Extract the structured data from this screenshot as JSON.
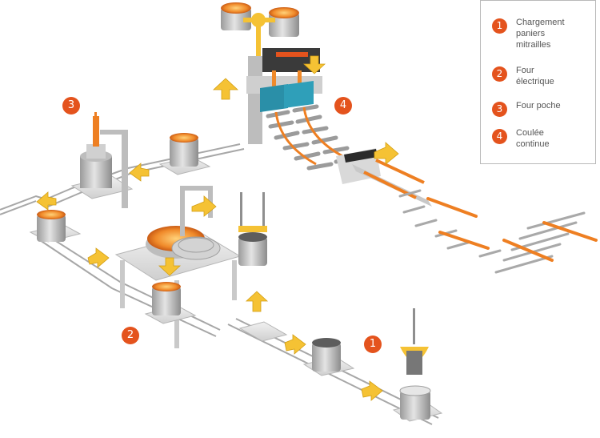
{
  "legend": {
    "items": [
      {
        "number": "1",
        "label": "Chargement\npaniers\nmitrailles"
      },
      {
        "number": "2",
        "label": "Four\nélectrique"
      },
      {
        "number": "3",
        "label": "Four poche"
      },
      {
        "number": "4",
        "label": "Coulée\ncontinue"
      }
    ]
  },
  "markers": {
    "m1": "1",
    "m2": "2",
    "m3": "3",
    "m4": "4"
  },
  "colors": {
    "badge": "#e4531d",
    "arrow": "#f5c234",
    "molten": "#f08a2a",
    "steel_bar": "#ee7f22",
    "mold": "#2a8fa8",
    "gray": "#c9c9c9",
    "rail": "#a7a7a7"
  }
}
